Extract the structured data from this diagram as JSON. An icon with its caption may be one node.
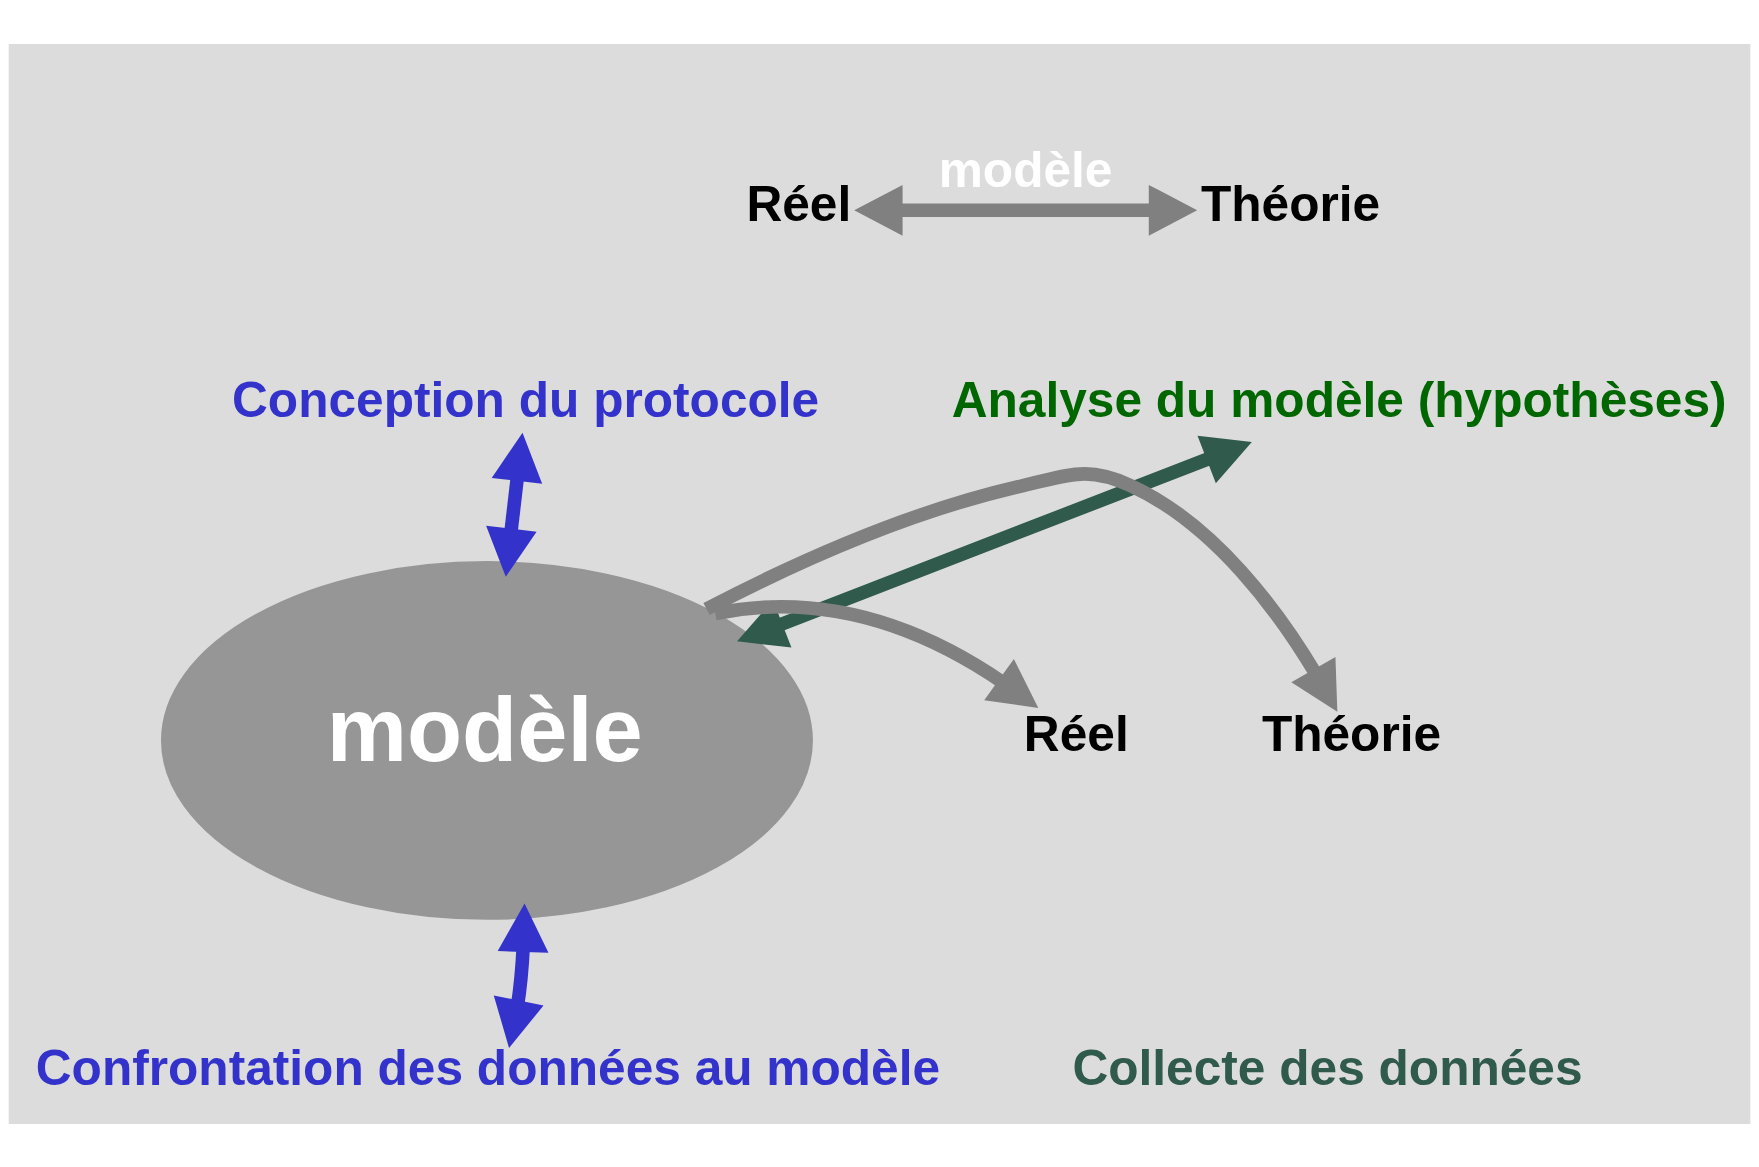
{
  "diagram": {
    "nodes": [
      {
        "text": [
          "Réel"
        ]
      },
      {
        "text": [
          "Théorie"
        ]
      },
      {
        "text": [
          "Analyse du modèle (hypothèses)"
        ]
      },
      {
        "text": [
          "Conception du protocole"
        ]
      },
      {
        "text": [
          "modèle"
        ]
      },
      {
        "text": [
          "Collecte des données"
        ]
      },
      {
        "text": [
          "Réel"
        ]
      },
      {
        "text": [
          "Théorie"
        ]
      },
      {
        "text": [
          "Confrontation des données au modèle"
        ]
      }
    ],
    "edges": [
      {
        "from": 0,
        "to": 1,
        "arrow": "both",
        "label": "modèle"
      },
      {
        "from": 4,
        "to": 2,
        "arrow": "both",
        "color": "#2f5a4c"
      },
      {
        "from": 4,
        "to": 3,
        "arrow": "both",
        "color": "#3333cc"
      },
      {
        "from": 4,
        "to": 6,
        "arrow": "to"
      },
      {
        "from": 4,
        "to": 7,
        "arrow": "to"
      },
      {
        "from": 4,
        "to": 8,
        "arrow": "both",
        "color": "#3333cc"
      }
    ]
  }
}
